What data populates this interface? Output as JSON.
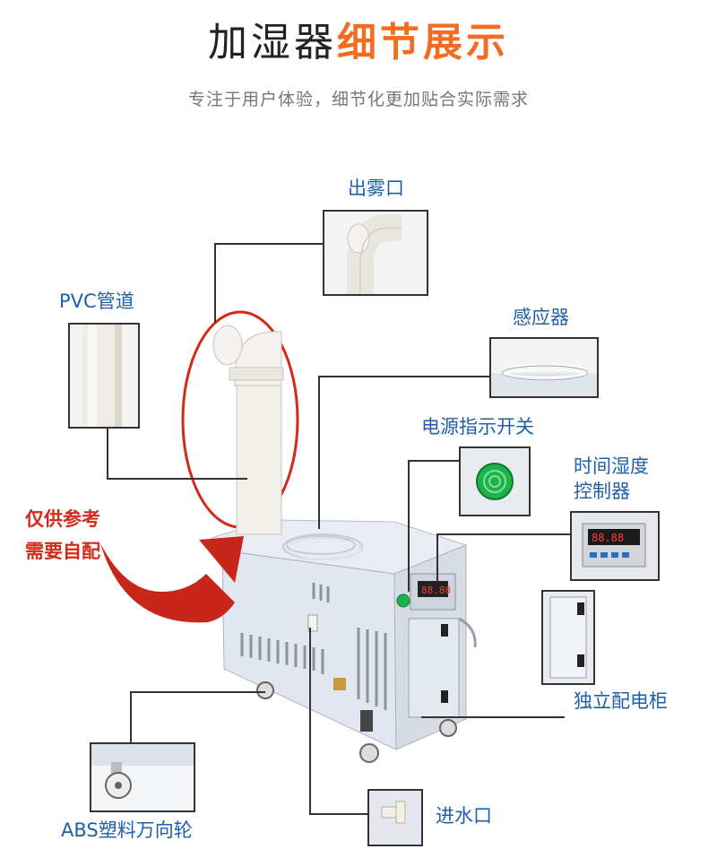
{
  "header": {
    "title_part1": "加湿器",
    "title_part2": "细节展示",
    "subtitle": "专注于用户体验，细节化更加贴合实际需求"
  },
  "callouts": {
    "mist_outlet": "出雾口",
    "pvc_pipe": "PVC管道",
    "sensor": "感应器",
    "power_indicator": "电源指示开关",
    "controller_line1": "时间湿度",
    "controller_line2": "控制器",
    "electrical_box": "独立配电柜",
    "water_inlet": "进水口",
    "casters": "ABS塑料万向轮"
  },
  "note": {
    "line1": "仅供参考",
    "line2": "需要自配"
  },
  "controller_display": "88.88",
  "colors": {
    "accent": "#f36c21",
    "label_blue": "#1f5fa8",
    "note_red": "#d32a1a",
    "indicator_green": "#1db34a"
  }
}
